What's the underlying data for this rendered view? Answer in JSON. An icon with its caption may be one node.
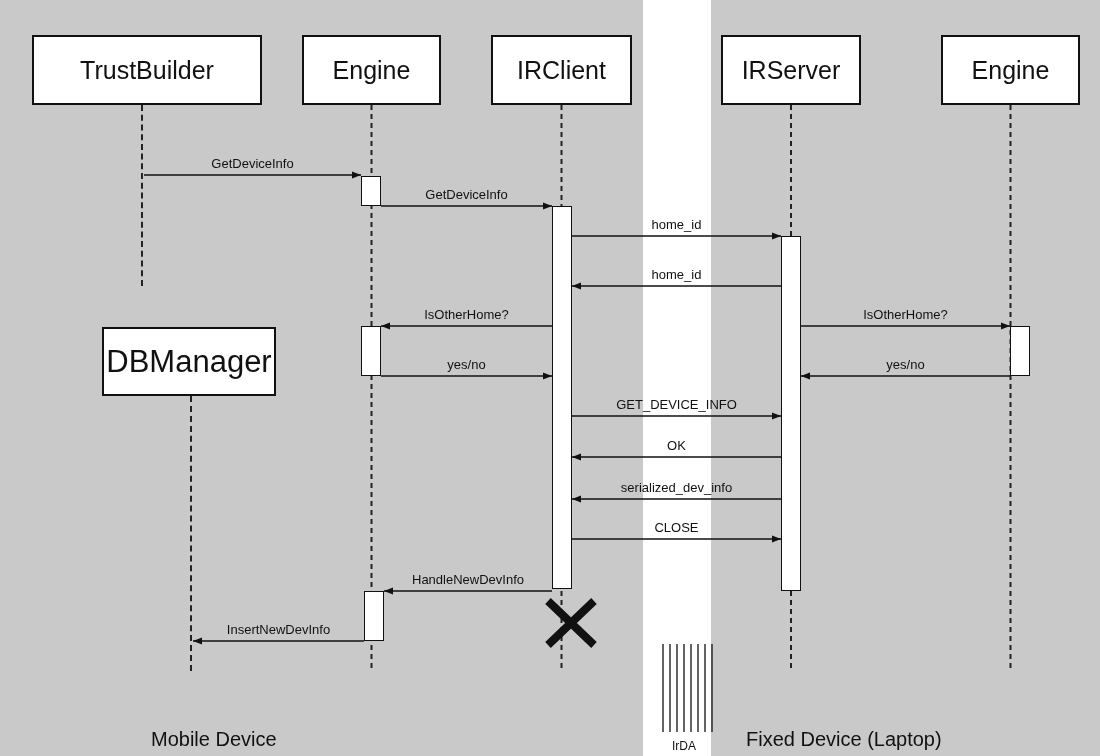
{
  "diagram": {
    "nodes": [
      {
        "text": [
          "Mobile Device"
        ]
      },
      {
        "text": [
          "TrustBuilder"
        ],
        "in": 0
      },
      {
        "text": [
          "Engine"
        ],
        "in": 0
      },
      {
        "text": [
          "IRClient"
        ],
        "in": 0
      },
      {
        "text": [
          "DBManager"
        ],
        "in": 0
      },
      {
        "text": [
          "Fixed Device (Laptop)"
        ]
      },
      {
        "text": [
          "IRServer"
        ],
        "in": 5
      },
      {
        "text": [
          "Engine"
        ],
        "in": 5
      },
      {
        "text": [],
        "shape": "line",
        "in": 0
      },
      {
        "text": [],
        "shape": "bar",
        "in": 0
      },
      {
        "text": [],
        "shape": "bar",
        "in": 0
      },
      {
        "text": [],
        "shape": "bar",
        "in": 5
      },
      {
        "text": [],
        "shape": "bar",
        "in": 0
      },
      {
        "text": [],
        "shape": "bar",
        "in": 5
      },
      {
        "text": [],
        "shape": "bar",
        "in": 0
      },
      {
        "text": [],
        "shape": "line",
        "in": 0
      }
    ],
    "edges": [
      {
        "from": 8,
        "to": 9,
        "arrow": "to",
        "label": "GetDeviceInfo"
      },
      {
        "from": 9,
        "to": 10,
        "arrow": "to",
        "label": "GetDeviceInfo"
      },
      {
        "from": 10,
        "to": 11,
        "arrow": "to",
        "label": "home_id"
      },
      {
        "from": 11,
        "to": 10,
        "arrow": "to",
        "label": "home_id"
      },
      {
        "from": 10,
        "to": 12,
        "arrow": "to",
        "label": "IsOtherHome?"
      },
      {
        "from": 11,
        "to": 13,
        "arrow": "to",
        "label": "IsOtherHome?"
      },
      {
        "from": 12,
        "to": 10,
        "arrow": "to",
        "label": "yes/no"
      },
      {
        "from": 13,
        "to": 11,
        "arrow": "to",
        "label": "yes/no"
      },
      {
        "from": 10,
        "to": 11,
        "arrow": "to",
        "label": "GET_DEVICE_INFO"
      },
      {
        "from": 11,
        "to": 10,
        "arrow": "to",
        "label": "OK"
      },
      {
        "from": 11,
        "to": 10,
        "arrow": "to",
        "label": "serialized_dev_info"
      },
      {
        "from": 10,
        "to": 11,
        "arrow": "to",
        "label": "CLOSE"
      },
      {
        "from": 10,
        "to": 14,
        "arrow": "to",
        "label": "HandleNewDevInfo"
      },
      {
        "from": 14,
        "to": 15,
        "arrow": "to",
        "label": "InsertNewDevInfo"
      }
    ],
    "labels": [
      "IrDA"
    ]
  }
}
